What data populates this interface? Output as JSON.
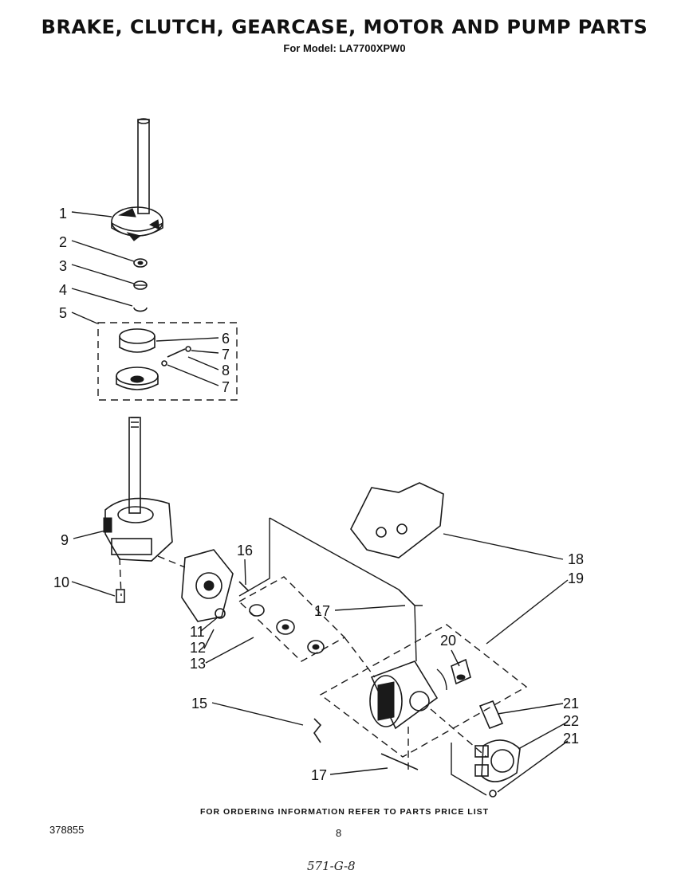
{
  "header": {
    "title": "BRAKE, CLUTCH, GEARCASE, MOTOR AND PUMP PARTS",
    "subtitle": "For Model: LA7700XPW0"
  },
  "callouts": {
    "c1": "1",
    "c2": "2",
    "c3": "3",
    "c4": "4",
    "c5": "5",
    "c6": "6",
    "c7a": "7",
    "c8": "8",
    "c7b": "7",
    "c9": "9",
    "c10": "10",
    "c11": "11",
    "c12": "12",
    "c13": "13",
    "c15": "15",
    "c16": "16",
    "c17a": "17",
    "c17b": "17",
    "c18": "18",
    "c19": "19",
    "c20": "20",
    "c21a": "21",
    "c22": "22",
    "c21b": "21"
  },
  "footer": {
    "ordering_note": "FOR ORDERING INFORMATION REFER TO PARTS PRICE LIST",
    "doc_number": "378855",
    "page_number": "8",
    "handwritten_note": "571-G-8"
  }
}
